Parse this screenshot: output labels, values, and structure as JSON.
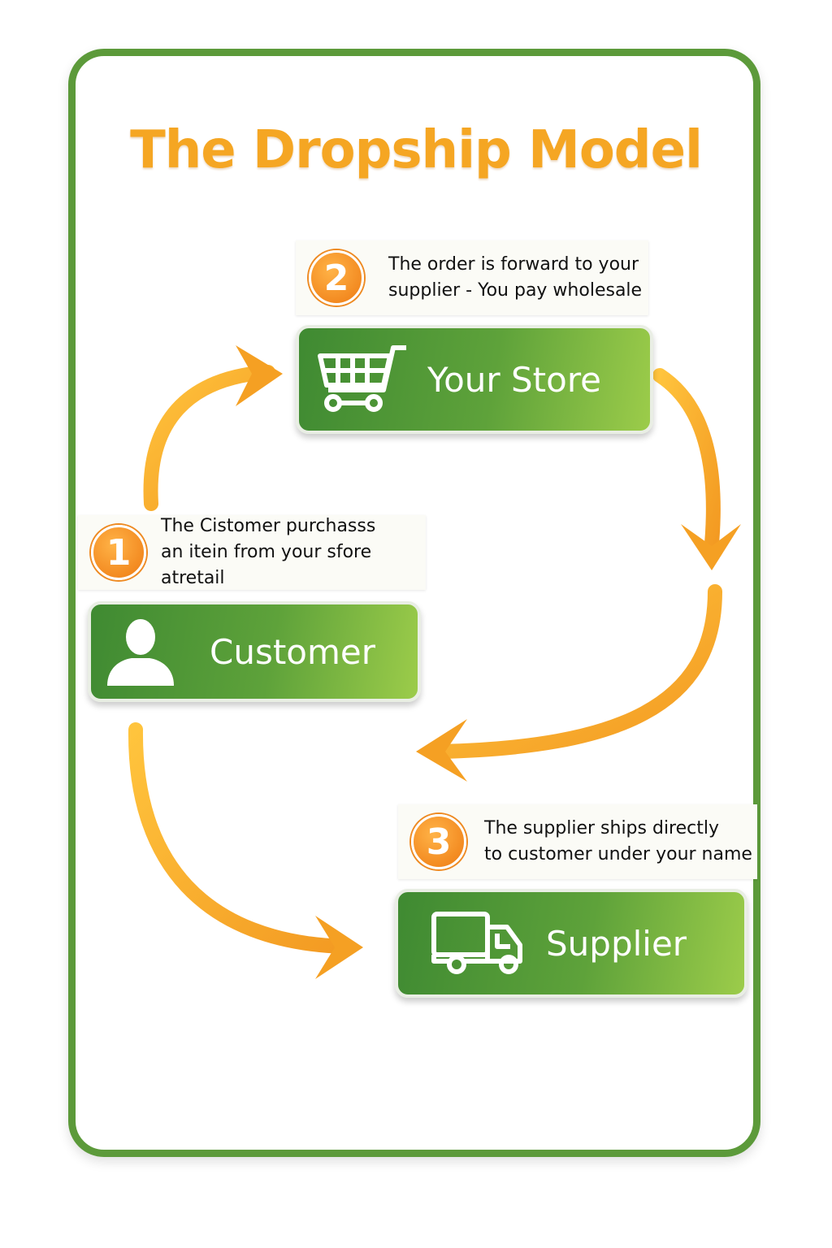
{
  "title": "The Dropship Model",
  "steps": [
    {
      "number": "1",
      "text_line1": "The Cistomer purchasss",
      "text_line2": "an itein from your sfore atretail",
      "box_label": "Customer",
      "icon": "person-icon"
    },
    {
      "number": "2",
      "text_line1": "The order is forward to your",
      "text_line2": "supplier - You pay wholesale",
      "box_label": "Your Store",
      "icon": "shopping-cart-icon"
    },
    {
      "number": "3",
      "text_line1": "The supplier ships directly",
      "text_line2": "to customer under your name",
      "box_label": "Supplier",
      "icon": "truck-icon"
    }
  ],
  "colors": {
    "frame": "#5c9a3a",
    "title": "#f5a623",
    "arrow": "#f7a531",
    "box": "#5ea23a"
  }
}
